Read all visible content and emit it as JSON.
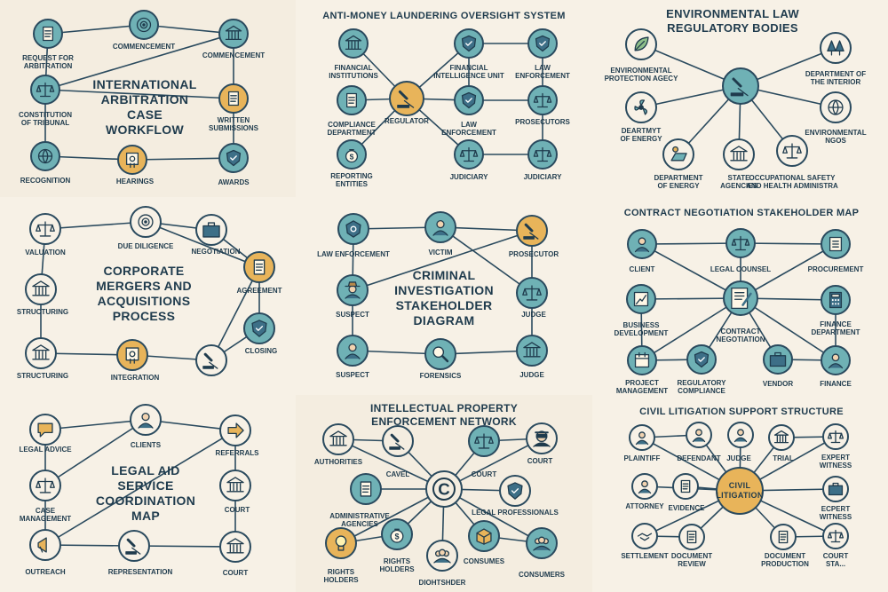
{
  "colors": {
    "ink": "#1f3b4d",
    "line": "#2a4a5e",
    "teal": "#6fb1b5",
    "gold": "#e8b45a",
    "bg_a": "#f4ede0",
    "bg_b": "#f7f1e6"
  },
  "panels": [
    {
      "id": "arbitration",
      "title": "INTERNATIONAL\nARBITRATION\nCASE\nWORKFLOW",
      "bg": "#f4ede0",
      "nodes": [
        {
          "id": "a1",
          "label": "REQUEST FOR\nARBITRATION",
          "icon": "document-icon",
          "fill": "#6fb1b5"
        },
        {
          "id": "a2",
          "label": "COMMENCEMENT",
          "icon": "clock-icon",
          "fill": "#6fb1b5"
        },
        {
          "id": "a3",
          "label": "COMMENCEMENT",
          "icon": "courthouse-icon",
          "fill": "#6fb1b5"
        },
        {
          "id": "a4",
          "label": "CONSTITUTION\nOF TRIBUNAL",
          "icon": "scales-icon",
          "fill": "#6fb1b5"
        },
        {
          "id": "a5",
          "label": "WRITTEN\nSUBMISSIONS",
          "icon": "document-icon",
          "fill": "#e8b45a"
        },
        {
          "id": "a6",
          "label": "RECOGNITION",
          "icon": "globe-icon",
          "fill": "#6fb1b5"
        },
        {
          "id": "a7",
          "label": "HEARINGS",
          "icon": "certificate-icon",
          "fill": "#e8b45a"
        },
        {
          "id": "a8",
          "label": "AWARDS",
          "icon": "shield-icon",
          "fill": "#6fb1b5"
        }
      ]
    },
    {
      "id": "aml",
      "title": "ANTI-MONEY LAUNDERING OVERSIGHT SYSTEM",
      "bg": "#f7f1e6",
      "nodes": [
        {
          "id": "b1",
          "label": "FINANCIAL\nINSTITUTIONS",
          "icon": "courthouse-icon",
          "fill": "#6fb1b5"
        },
        {
          "id": "b2",
          "label": "FINANCIAL\nINTELLIGENCE UNIT",
          "icon": "shield-icon",
          "fill": "#6fb1b5"
        },
        {
          "id": "b3",
          "label": "LAW\nENFORCEMENT",
          "icon": "shield-icon",
          "fill": "#6fb1b5"
        },
        {
          "id": "b4",
          "label": "COMPLIANCE\nDEPARTMENT",
          "icon": "document-icon",
          "fill": "#6fb1b5"
        },
        {
          "id": "b5",
          "label": "REGULATOR",
          "icon": "gavel-icon",
          "fill": "#e8b45a"
        },
        {
          "id": "b6",
          "label": "LAW\nENFORCEMENT",
          "icon": "shield-icon",
          "fill": "#6fb1b5"
        },
        {
          "id": "b7",
          "label": "PROSECUTORS",
          "icon": "scales-icon",
          "fill": "#6fb1b5"
        },
        {
          "id": "b8",
          "label": "REPORTING\nENTITIES",
          "icon": "moneybag-icon",
          "fill": "#6fb1b5"
        },
        {
          "id": "b9",
          "label": "JUDICIARY",
          "icon": "scales-icon",
          "fill": "#6fb1b5"
        },
        {
          "id": "b10",
          "label": "JUDICIARY",
          "icon": "scales-icon",
          "fill": "#6fb1b5"
        }
      ]
    },
    {
      "id": "environment",
      "title": "ENVIRONMENTAL LAW\nREGULATORY BODIES",
      "bg": "#f7f1e6",
      "nodes": [
        {
          "id": "c1",
          "label": "ENVIRONMENTAL\nPROTECTION AGECY",
          "icon": "leaf-icon",
          "fill": "#f7f1e6"
        },
        {
          "id": "c2",
          "label": "DEPARTMENT OF\nTHE INTERIOR",
          "icon": "tree-icon",
          "fill": "#f7f1e6"
        },
        {
          "id": "c3",
          "label": "",
          "icon": "gavel-icon",
          "fill": "#6fb1b5"
        },
        {
          "id": "c4",
          "label": "DEARTMYT\nOF ENERGY",
          "icon": "fan-icon",
          "fill": "#f7f1e6"
        },
        {
          "id": "c5",
          "label": "ENVIRONMENTAL\nNGOS",
          "icon": "globe-icon",
          "fill": "#f7f1e6"
        },
        {
          "id": "c6",
          "label": "DEPARTMENT\nOF ENERGY",
          "icon": "solar-icon",
          "fill": "#f7f1e6"
        },
        {
          "id": "c7",
          "label": "STATE\nAGENCIES",
          "icon": "courthouse-icon",
          "fill": "#f7f1e6"
        },
        {
          "id": "c8",
          "label": "OCCUPATIONAL SAFETY\nAND HEALTH ADMINISTRA",
          "icon": "scales-icon",
          "fill": "#f7f1e6"
        }
      ]
    },
    {
      "id": "mergers",
      "title": "CORPORATE\nMERGERS AND\nACQUISITIONS\nPROCESS",
      "bg": "#f7f1e6",
      "nodes": [
        {
          "id": "d1",
          "label": "VALUATION",
          "icon": "scales-icon",
          "fill": "#f7f1e6"
        },
        {
          "id": "d2",
          "label": "DUE DILIGENCE",
          "icon": "target-icon",
          "fill": "#f7f1e6"
        },
        {
          "id": "d3",
          "label": "NEGOTIATION",
          "icon": "briefcase-icon",
          "fill": "#f7f1e6"
        },
        {
          "id": "d4",
          "label": "AGREEMENT",
          "icon": "document-icon",
          "fill": "#e8b45a"
        },
        {
          "id": "d5",
          "label": "STRUCTURING",
          "icon": "courthouse-icon",
          "fill": "#f7f1e6"
        },
        {
          "id": "d6",
          "label": "CLOSING",
          "icon": "shield-icon",
          "fill": "#6fb1b5"
        },
        {
          "id": "d7",
          "label": "STRUCTURING",
          "icon": "courthouse-icon",
          "fill": "#f7f1e6"
        },
        {
          "id": "d8",
          "label": "INTEGRATION",
          "icon": "certificate-icon",
          "fill": "#e8b45a"
        },
        {
          "id": "d9",
          "label": "",
          "icon": "gavel-icon",
          "fill": "#f7f1e6"
        }
      ]
    },
    {
      "id": "criminal",
      "title": "CRIMINAL\nINVESTIGATION\nSTAKEHOLDER\nDIAGRAM",
      "bg": "#f7f1e6",
      "nodes": [
        {
          "id": "e1",
          "label": "LAW ENFORCEMENT",
          "icon": "badge-icon",
          "fill": "#6fb1b5"
        },
        {
          "id": "e2",
          "label": "VICTIM",
          "icon": "person-icon",
          "fill": "#6fb1b5"
        },
        {
          "id": "e3",
          "label": "PROSECUTOR",
          "icon": "gavel-icon",
          "fill": "#e8b45a"
        },
        {
          "id": "e4",
          "label": "SUSPECT",
          "icon": "detective-icon",
          "fill": "#6fb1b5"
        },
        {
          "id": "e5",
          "label": "JUDGE",
          "icon": "scales-icon",
          "fill": "#6fb1b5"
        },
        {
          "id": "e6",
          "label": "SUSPECT",
          "icon": "person-icon",
          "fill": "#6fb1b5"
        },
        {
          "id": "e7",
          "label": "FORENSICS",
          "icon": "magnifier-icon",
          "fill": "#6fb1b5"
        },
        {
          "id": "e8",
          "label": "JUDGE",
          "icon": "courthouse-icon",
          "fill": "#6fb1b5"
        }
      ]
    },
    {
      "id": "contract",
      "title": "CONTRACT NEGOTIATION STAKEHOLDER MAP",
      "bg": "#f7f1e6",
      "nodes": [
        {
          "id": "f1",
          "label": "CLIENT",
          "icon": "person-icon",
          "fill": "#6fb1b5"
        },
        {
          "id": "f2",
          "label": "LEGAL COUNSEL",
          "icon": "scales-icon",
          "fill": "#6fb1b5"
        },
        {
          "id": "f3",
          "label": "PROCUREMENT",
          "icon": "checklist-icon",
          "fill": "#6fb1b5"
        },
        {
          "id": "f4",
          "label": "BUSINESS\nDEVELOPMENT",
          "icon": "chart-icon",
          "fill": "#6fb1b5"
        },
        {
          "id": "f5",
          "label": "CONTRACT\nNEGOTIATION",
          "icon": "contract-icon",
          "fill": "#6fb1b5"
        },
        {
          "id": "f6",
          "label": "FINANCE\nDEPARTMENT",
          "icon": "calculator-icon",
          "fill": "#6fb1b5"
        },
        {
          "id": "f7",
          "label": "PROJECT\nMANAGEMENT",
          "icon": "calendar-icon",
          "fill": "#6fb1b5"
        },
        {
          "id": "f8",
          "label": "REGULATORY\nCOMPLIANCE",
          "icon": "shield-icon",
          "fill": "#6fb1b5"
        },
        {
          "id": "f9",
          "label": "VENDOR",
          "icon": "briefcase-icon",
          "fill": "#6fb1b5"
        },
        {
          "id": "f10",
          "label": "FINANCE",
          "icon": "person-icon",
          "fill": "#6fb1b5"
        }
      ]
    },
    {
      "id": "legalaid",
      "title": "LEGAL AID\nSERVICE\nCOORDINATION\nMAP",
      "bg": "#f7f1e6",
      "nodes": [
        {
          "id": "g1",
          "label": "LEGAL ADVICE",
          "icon": "chat-icon",
          "fill": "#f7f1e6"
        },
        {
          "id": "g2",
          "label": "CLIENTS",
          "icon": "person-icon",
          "fill": "#f7f1e6"
        },
        {
          "id": "g3",
          "label": "REFERRALS",
          "icon": "arrow-icon",
          "fill": "#f7f1e6"
        },
        {
          "id": "g4",
          "label": "CASE\nMANAGEMENT",
          "icon": "scales-icon",
          "fill": "#f7f1e6"
        },
        {
          "id": "g5",
          "label": "COURT",
          "icon": "courthouse-icon",
          "fill": "#f7f1e6"
        },
        {
          "id": "g6",
          "label": "OUTREACH",
          "icon": "megaphone-icon",
          "fill": "#f7f1e6"
        },
        {
          "id": "g7",
          "label": "REPRESENTATION",
          "icon": "gavel-icon",
          "fill": "#f7f1e6"
        },
        {
          "id": "g8",
          "label": "COURT",
          "icon": "courthouse-icon",
          "fill": "#f7f1e6"
        }
      ]
    },
    {
      "id": "ip",
      "title": "INTELLECTUAL PROPERTY\nENFORCEMENT NETWORK",
      "bg": "#f4ede0",
      "nodes": [
        {
          "id": "h1",
          "label": "AUTHORITIES",
          "icon": "courthouse-icon",
          "fill": "#f4ede0"
        },
        {
          "id": "h2",
          "label": "CAVEL",
          "icon": "gavel-icon",
          "fill": "#f4ede0"
        },
        {
          "id": "h3",
          "label": "COURT",
          "icon": "scales-icon",
          "fill": "#6fb1b5"
        },
        {
          "id": "h4",
          "label": "COURT",
          "icon": "masked-icon",
          "fill": "#f4ede0"
        },
        {
          "id": "h5",
          "label": "ADMINISTRATIVE\nAGENCIES",
          "icon": "document-icon",
          "fill": "#6fb1b5"
        },
        {
          "id": "h6",
          "label": "",
          "icon": "copyright-icon",
          "fill": "#f4ede0"
        },
        {
          "id": "h7",
          "label": "LEGAL PROFESSIONALS",
          "icon": "shield-icon",
          "fill": "#f4ede0"
        },
        {
          "id": "h8",
          "label": "RIGHTS\nHOLDERS",
          "icon": "lightbulb-icon",
          "fill": "#e8b45a"
        },
        {
          "id": "h9",
          "label": "RIGHTS\nHOLDERS",
          "icon": "dollar-icon",
          "fill": "#6fb1b5"
        },
        {
          "id": "h10",
          "label": "CONSUMES",
          "icon": "box-icon",
          "fill": "#6fb1b5"
        },
        {
          "id": "h11",
          "label": "CONSUMERS",
          "icon": "group-icon",
          "fill": "#6fb1b5"
        },
        {
          "id": "h12",
          "label": "DIOHTSHDER",
          "icon": "group-icon",
          "fill": "#f4ede0"
        }
      ]
    },
    {
      "id": "civil",
      "title": "CIVIL LITIGATION SUPPORT STRUCTURE",
      "center_label": "CIVIL\nLITIGATION",
      "bg": "#f7f1e6",
      "nodes": [
        {
          "id": "i1",
          "label": "PLAINTIFF",
          "icon": "person-icon",
          "fill": "#f7f1e6"
        },
        {
          "id": "i2",
          "label": "DEFENDANT",
          "icon": "person-icon",
          "fill": "#f7f1e6"
        },
        {
          "id": "i3",
          "label": "JUDGE",
          "icon": "person-icon",
          "fill": "#f7f1e6"
        },
        {
          "id": "i4",
          "label": "TRIAL",
          "icon": "courthouse-icon",
          "fill": "#f7f1e6"
        },
        {
          "id": "i5",
          "label": "EXPERT\nWITNESS",
          "icon": "scales-icon",
          "fill": "#f7f1e6"
        },
        {
          "id": "i6",
          "label": "ATTORNEY",
          "icon": "person-icon",
          "fill": "#f7f1e6"
        },
        {
          "id": "i7",
          "label": "EVIDENCE",
          "icon": "document-icon",
          "fill": "#f7f1e6"
        },
        {
          "id": "i8",
          "label": "ECPERT\nWITNESS",
          "icon": "briefcase-icon",
          "fill": "#f7f1e6"
        },
        {
          "id": "i9",
          "label": "SETTLEMENT",
          "icon": "handshake-icon",
          "fill": "#f7f1e6"
        },
        {
          "id": "i10",
          "label": "DOCUMENT\nREVIEW",
          "icon": "document-icon",
          "fill": "#f7f1e6"
        },
        {
          "id": "i11",
          "label": "DOCUMENT\nPRODUCTION",
          "icon": "document-icon",
          "fill": "#f7f1e6"
        },
        {
          "id": "i12",
          "label": "COURT\nSTA...",
          "icon": "scales-icon",
          "fill": "#f7f1e6"
        }
      ]
    }
  ]
}
